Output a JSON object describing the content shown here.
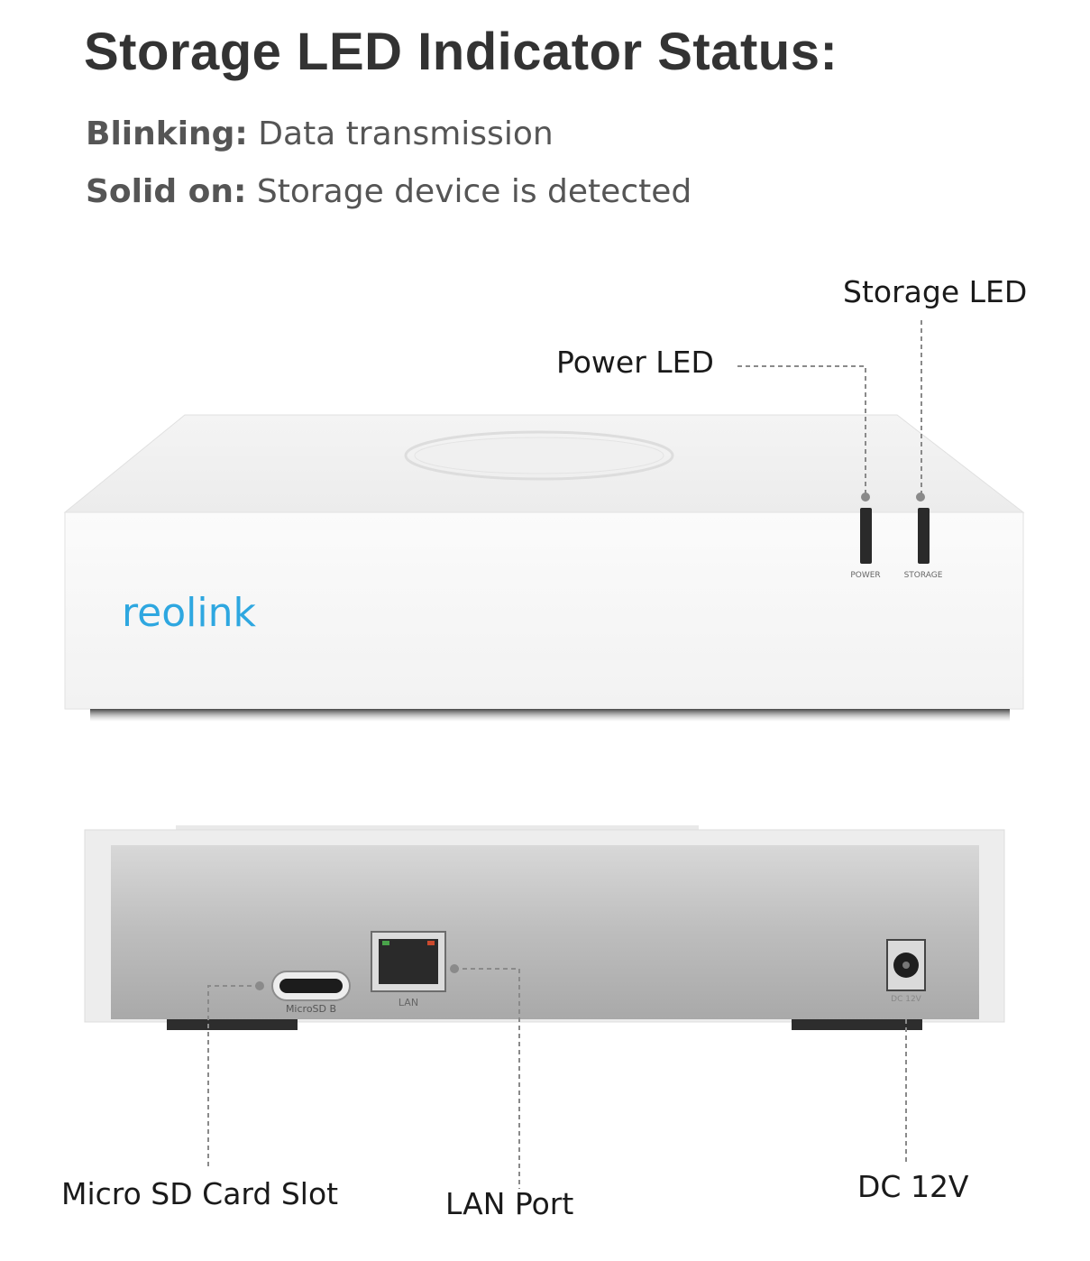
{
  "title": "Storage LED Indicator Status:",
  "status_items": [
    {
      "key": "Blinking:",
      "value": "Data transmission"
    },
    {
      "key": "Solid on:",
      "value": "Storage device is detected"
    }
  ],
  "callouts": {
    "storage_led": "Storage LED",
    "power_led": "Power LED",
    "micro_sd": "Micro SD Card Slot",
    "lan_port": "LAN Port",
    "dc": "DC 12V"
  },
  "device_front": {
    "brand": "reolink",
    "led_labels": [
      "POWER",
      "STORAGE"
    ],
    "brand_color": "#2ea7e0"
  },
  "device_rear": {
    "port_labels": [
      "MicroSD B",
      "LAN",
      "DC 12V"
    ]
  },
  "colors": {
    "leader_line": "#8a8a8a"
  }
}
